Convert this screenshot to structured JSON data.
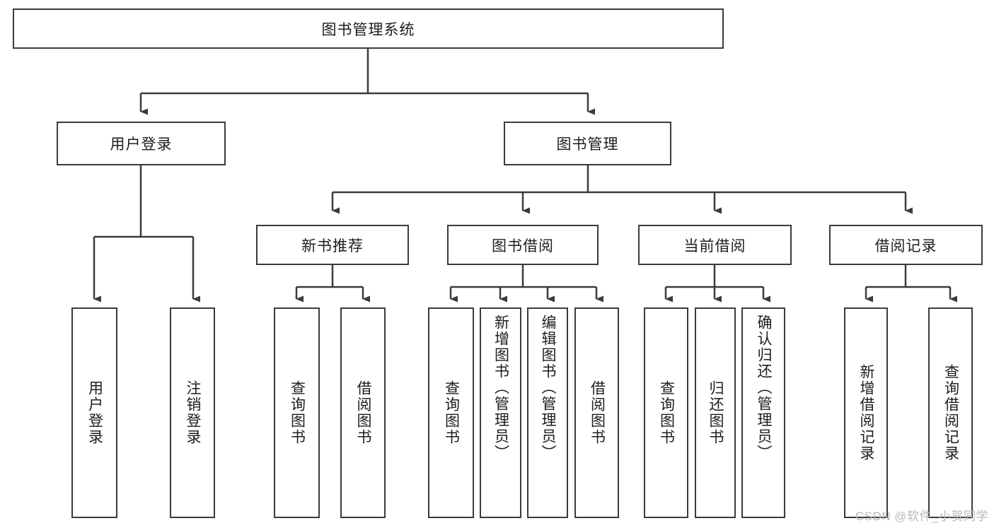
{
  "diagram": {
    "title": "图书管理系统",
    "colors": {
      "stroke": "#3b3b3b",
      "fill": "#ffffff",
      "text": "#1d1d1d",
      "watermark": "#b8b8b8"
    },
    "root": {
      "label": "图书管理系统"
    },
    "level2": [
      {
        "label": "用户登录"
      },
      {
        "label": "图书管理"
      }
    ],
    "level3": [
      {
        "label": "新书推荐"
      },
      {
        "label": "图书借阅"
      },
      {
        "label": "当前借阅"
      },
      {
        "label": "借阅记录"
      }
    ],
    "leaves": {
      "user_login": [
        {
          "label": "用户登录"
        },
        {
          "label": "注销登录"
        }
      ],
      "new_book_recommend": [
        {
          "label": "查询图书"
        },
        {
          "label": "借阅图书"
        }
      ],
      "book_borrow": [
        {
          "label": "查询图书"
        },
        {
          "label": "新增图书（管理员）"
        },
        {
          "label": "编辑图书（管理员）"
        },
        {
          "label": "借阅图书"
        }
      ],
      "current_borrow": [
        {
          "label": "查询图书"
        },
        {
          "label": "归还图书"
        },
        {
          "label": "确认归还（管理员）"
        }
      ],
      "borrow_record": [
        {
          "label": "新增借阅记录"
        },
        {
          "label": "查询借阅记录"
        }
      ]
    },
    "watermark": "CSDN @软件_小贺同学"
  }
}
